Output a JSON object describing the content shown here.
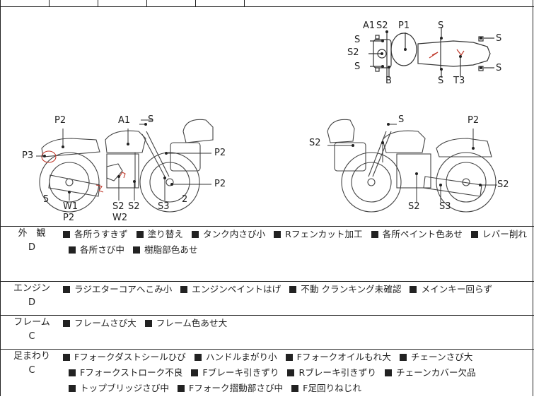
{
  "top_strip": {
    "partial_text": ""
  },
  "diagram": {
    "top_view": {
      "labels": [
        "A1",
        "S2",
        "P1",
        "S",
        "S",
        "S2",
        "S",
        "S",
        "B",
        "S",
        "T3",
        "S"
      ]
    },
    "left_view": {
      "labels": [
        "P2",
        "A1",
        "S",
        "P2",
        "P3",
        "P2",
        "5",
        "W1",
        "P2",
        "S2",
        "W2",
        "S2",
        "S3",
        "2"
      ]
    },
    "right_view": {
      "labels": [
        "S",
        "P2",
        "S2",
        "S2",
        "S2",
        "S3"
      ]
    }
  },
  "conditions": [
    {
      "category": "外　観",
      "grade": "D",
      "items": [
        "各所うすきず",
        "塗り替え",
        "タンク内さび小",
        "Rフェンカット加工",
        "各所ペイント色あせ",
        "レバー削れ",
        "各所さび中",
        "樹脂部色あせ"
      ]
    },
    {
      "category": "エンジン",
      "grade": "D",
      "items": [
        "ラジエターコアへこみ小",
        "エンジンペイントはげ",
        "不動 クランキング未確認",
        "メインキー回らず"
      ]
    },
    {
      "category": "フレーム",
      "grade": "C",
      "items": [
        "フレームさび大",
        "フレーム色あせ大"
      ]
    },
    {
      "category": "足まわり",
      "grade": "C",
      "items": [
        "Fフォークダストシールひび",
        "ハンドルまがり小",
        "Fフォークオイルもれ大",
        "チェーンさび大",
        "Fフォークストローク不良",
        "Fブレーキ引きずり",
        "Rブレーキ引きずり",
        "チェーンカバー欠品",
        "トップブリッジさび中",
        "Fフォーク摺動部さび中",
        "F足回りねじれ"
      ]
    }
  ]
}
